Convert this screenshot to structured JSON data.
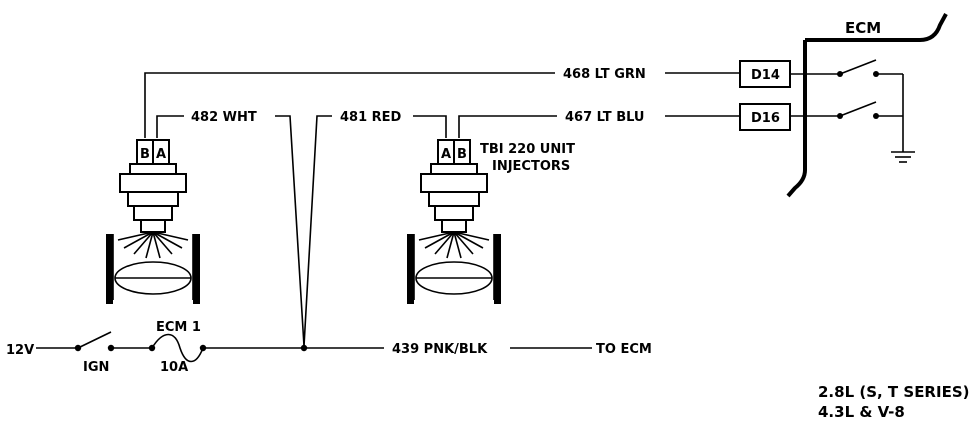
{
  "ecm": {
    "label": "ECM",
    "pins": [
      "D14",
      "D16"
    ]
  },
  "wires": {
    "w468": "468 LT GRN",
    "w482": "482 WHT",
    "w481": "481 RED",
    "w467": "467 LT BLU",
    "w439": "439 PNK/BLK",
    "to_ecm": "TO ECM"
  },
  "injectors": {
    "left": {
      "pin_b": "B",
      "pin_a": "A"
    },
    "right": {
      "pin_a": "A",
      "pin_b": "B"
    },
    "caption_line1": "TBI 220 UNIT",
    "caption_line2": "INJECTORS"
  },
  "power": {
    "voltage": "12V",
    "switch": "IGN",
    "fuse_name": "ECM 1",
    "fuse_rating": "10A"
  },
  "engine_notes": [
    "2.8L (S, T SERIES)",
    "4.3L & V-8"
  ]
}
